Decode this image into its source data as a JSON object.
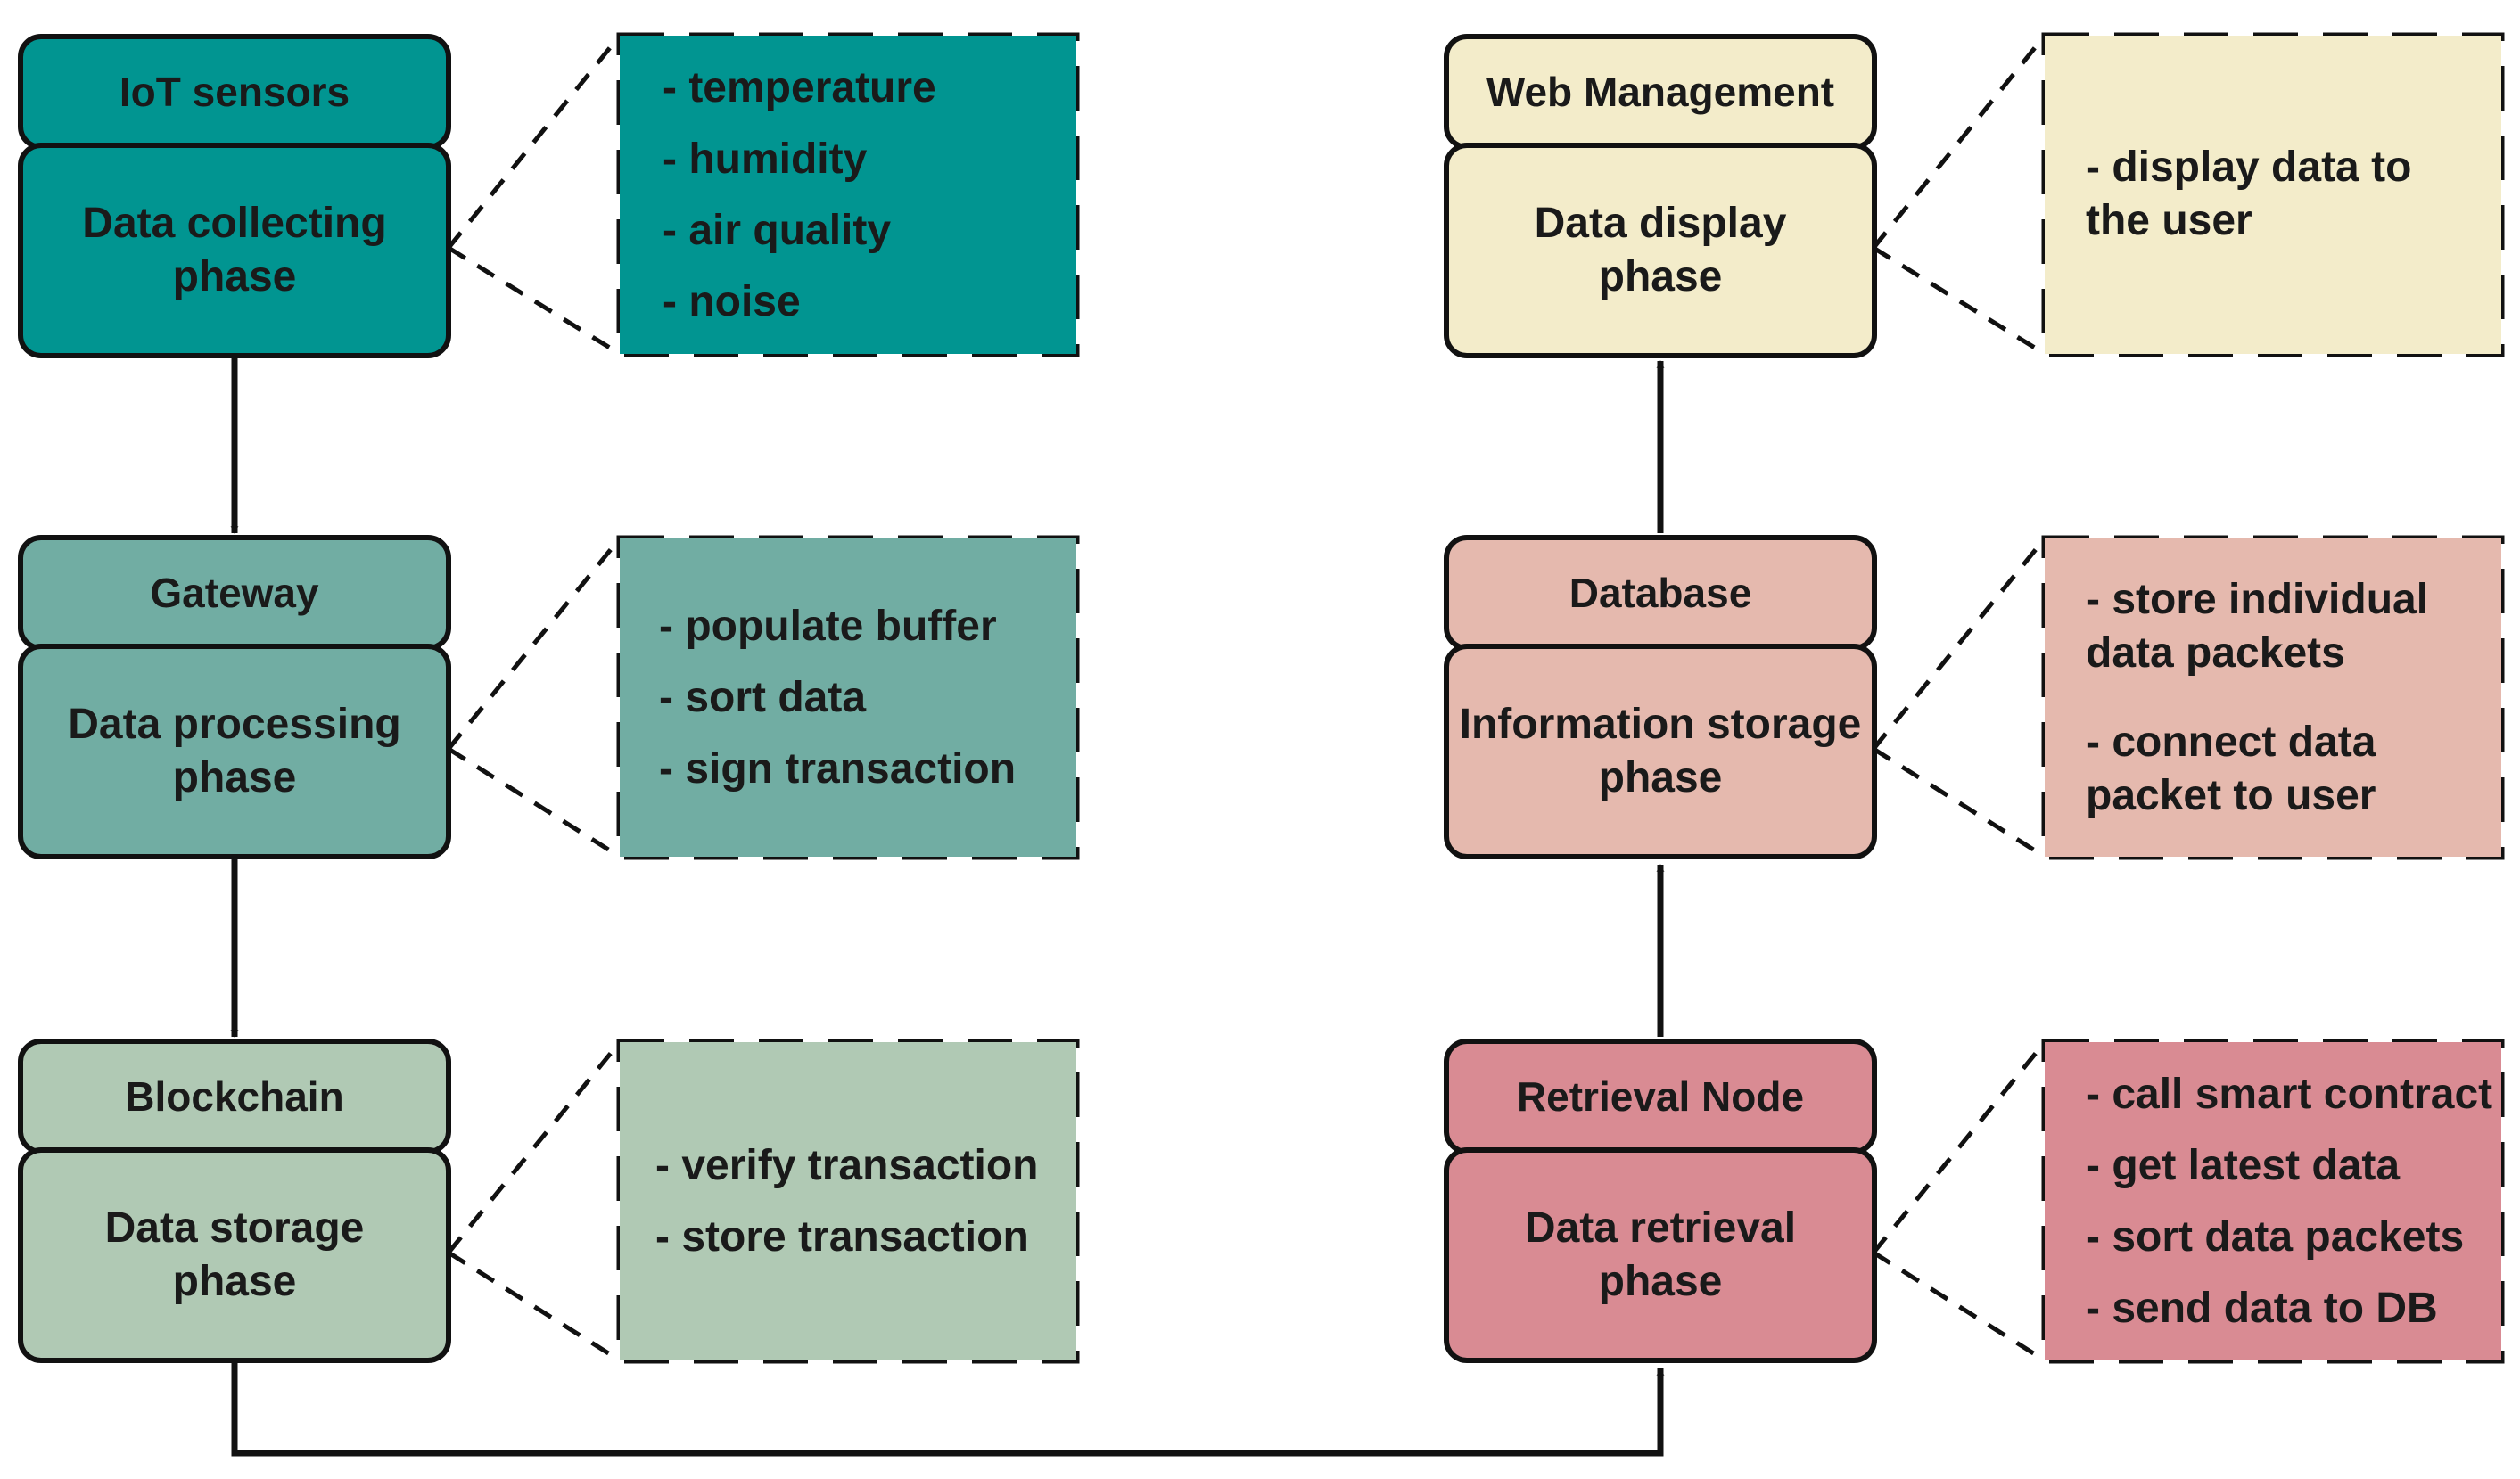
{
  "colors": {
    "teal": "#019591",
    "teal_mid": "#71ada3",
    "sage": "#b0c9b4",
    "cream": "#f3ecca",
    "salmon": "#e5b9ae",
    "rose": "#d98b93",
    "line": "#111111"
  },
  "stages": [
    {
      "header": "IoT sensors",
      "phase": [
        "Data collecting",
        "phase"
      ],
      "notes": [
        "- temperature",
        "- humidity",
        "- air quality",
        "- noise"
      ]
    },
    {
      "header": "Gateway",
      "phase": [
        "Data processing",
        "phase"
      ],
      "notes": [
        "- populate buffer",
        "- sort data",
        "- sign transaction"
      ]
    },
    {
      "header": "Blockchain",
      "phase": [
        "Data storage",
        "phase"
      ],
      "notes": [
        "- verify transaction",
        "- store transaction"
      ]
    },
    {
      "header": "Web Management",
      "phase": [
        "Data display",
        "phase"
      ],
      "notes": [
        "- display data to",
        "the user"
      ]
    },
    {
      "header": "Database",
      "phase": [
        "Information storage",
        "phase"
      ],
      "notes": [
        "- store individual",
        "data packets",
        "- connect data",
        "packet to user"
      ]
    },
    {
      "header": "Retrieval Node",
      "phase": [
        "Data retrieval",
        "phase"
      ],
      "notes": [
        "- call smart contract",
        "- get latest data",
        "- sort data packets",
        "- send data to DB"
      ]
    }
  ]
}
